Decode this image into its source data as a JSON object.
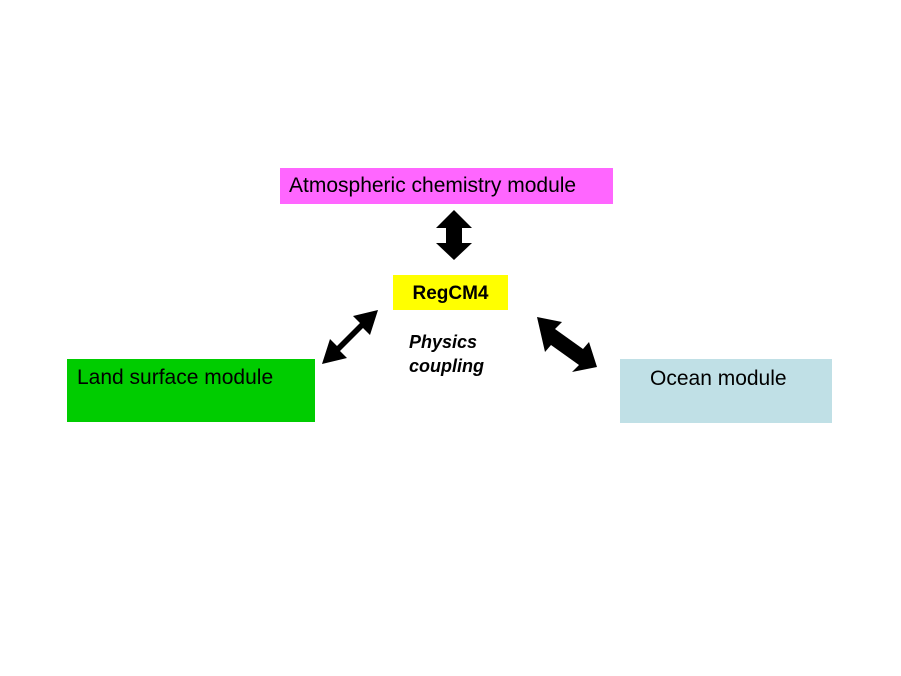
{
  "diagram": {
    "modules": {
      "chemistry": {
        "label": "Atmospheric chemistry module",
        "color": "#ff66ff"
      },
      "core": {
        "label": "RegCM4",
        "color": "#ffff00"
      },
      "land": {
        "label": "Land surface module",
        "color": "#00cc00"
      },
      "ocean": {
        "label": "Ocean module",
        "color": "#c0e0e6"
      }
    },
    "coupling": {
      "line1": "Physics",
      "line2": "coupling"
    },
    "arrow_color": "#000000"
  }
}
